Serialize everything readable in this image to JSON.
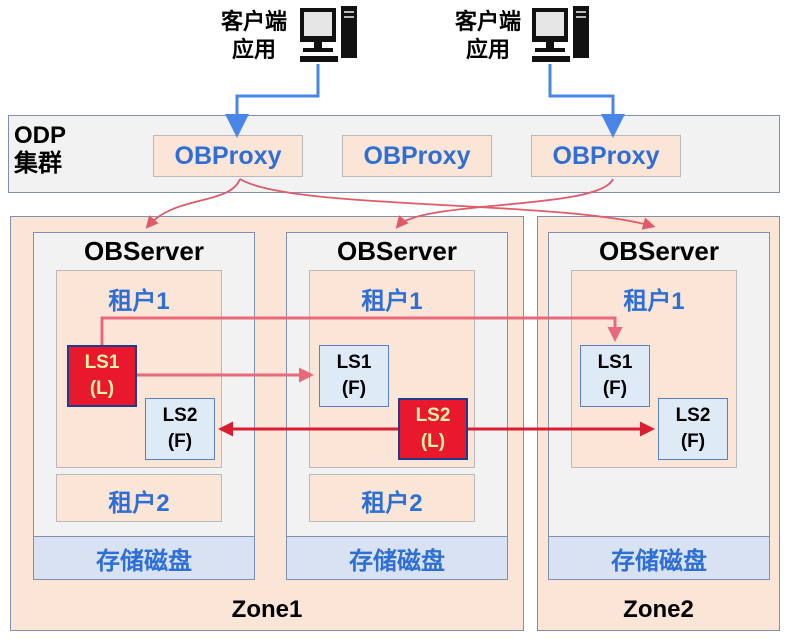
{
  "clients": [
    {
      "line1": "客户端",
      "line2": "应用"
    },
    {
      "line1": "客户端",
      "line2": "应用"
    }
  ],
  "odp": {
    "line1": "ODP",
    "line2": "集群"
  },
  "proxies": [
    "OBProxy",
    "OBProxy",
    "OBProxy"
  ],
  "servers": [
    {
      "title": "OBServer",
      "tenant1": "租户1",
      "tenant2": "租户2",
      "storage": "存储磁盘",
      "ls1": {
        "name": "LS1",
        "role": "(L)"
      },
      "ls2": {
        "name": "LS2",
        "role": "(F)"
      }
    },
    {
      "title": "OBServer",
      "tenant1": "租户1",
      "tenant2": "租户2",
      "storage": "存储磁盘",
      "ls1": {
        "name": "LS1",
        "role": "(F)"
      },
      "ls2": {
        "name": "LS2",
        "role": "(L)"
      }
    },
    {
      "title": "OBServer",
      "tenant1": "租户1",
      "storage": "存储磁盘",
      "ls1": {
        "name": "LS1",
        "role": "(F)"
      },
      "ls2": {
        "name": "LS2",
        "role": "(F)"
      }
    }
  ],
  "zones": [
    "Zone1",
    "Zone2"
  ],
  "colors": {
    "client_link": "#4a86e8",
    "proxy_link": "#e05a6a",
    "replication_ls1": "#e8697a",
    "replication_ls2": "#d81e30",
    "leader_fill": "#e8192c",
    "accent_text": "#2e6fd6"
  }
}
